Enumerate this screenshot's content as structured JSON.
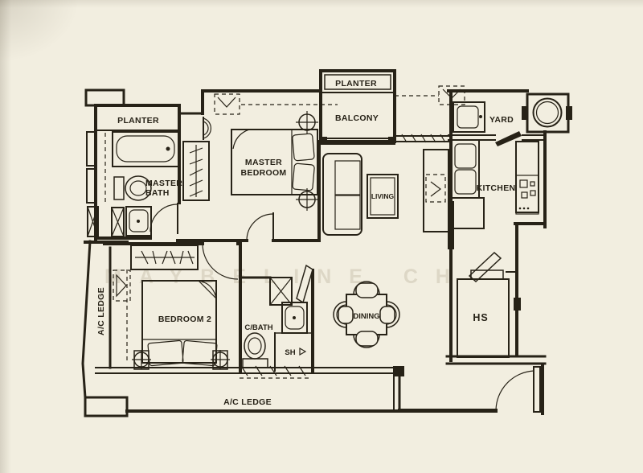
{
  "colors": {
    "paper": "#f2eee0",
    "ink": "#272217",
    "watermark": "#d8d2c0"
  },
  "watermark": "MAYBELINE CH",
  "labels": {
    "planter_left": "PLANTER",
    "planter_top": "PLANTER",
    "balcony": "BALCONY",
    "yard": "YARD",
    "kitchen": "KITCHEN",
    "living": "LIVING",
    "master_bedroom_1": "MASTER",
    "master_bedroom_2": "BEDROOM",
    "master_bath_1": "MASTER",
    "master_bath_2": "BATH",
    "bedroom_2": "BEDROOM 2",
    "common_bath": "C/BATH",
    "shower": "SH",
    "dining": "DINING",
    "household_shelter": "HS",
    "ac_ledge_left": "A/C LEDGE",
    "ac_ledge_bottom": "A/C LEDGE"
  }
}
